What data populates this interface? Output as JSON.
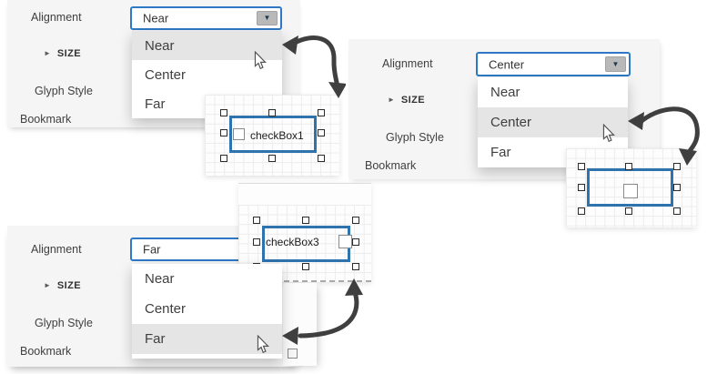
{
  "panels": [
    {
      "labels": {
        "alignment": "Alignment",
        "size": "SIZE",
        "glyph_style": "Glyph Style",
        "bookmark": "Bookmark"
      },
      "alignment_value": "Near",
      "options": [
        "Near",
        "Center",
        "Far"
      ],
      "highlighted_option": "Near"
    },
    {
      "labels": {
        "alignment": "Alignment",
        "size": "SIZE",
        "glyph_style": "Glyph Style",
        "bookmark": "Bookmark"
      },
      "alignment_value": "Center",
      "options": [
        "Near",
        "Center",
        "Far"
      ],
      "highlighted_option": "Center"
    },
    {
      "labels": {
        "alignment": "Alignment",
        "size": "SIZE",
        "glyph_style": "Glyph Style",
        "bookmark": "Bookmark"
      },
      "alignment_value": "Far",
      "options": [
        "Near",
        "Center",
        "Far"
      ],
      "highlighted_option": "Far"
    }
  ],
  "design_surfaces": [
    {
      "control_text": "checkBox1"
    },
    {
      "control_text": ""
    },
    {
      "control_text": "checkBox3"
    }
  ],
  "icons": {
    "size_expander": "►",
    "dropdown_arrow": "▼",
    "mouse_cursor": "arrow-pointer",
    "selection_handle": "square-handle",
    "checkbox_glyph": "empty-checkbox"
  },
  "colors": {
    "panel_bg": "#f5f5f5",
    "combo_border": "#2d79c7",
    "selection_rect": "#2e72ae",
    "list_highlight": "#e5e5e5",
    "arrow": "#3f3f3f"
  }
}
